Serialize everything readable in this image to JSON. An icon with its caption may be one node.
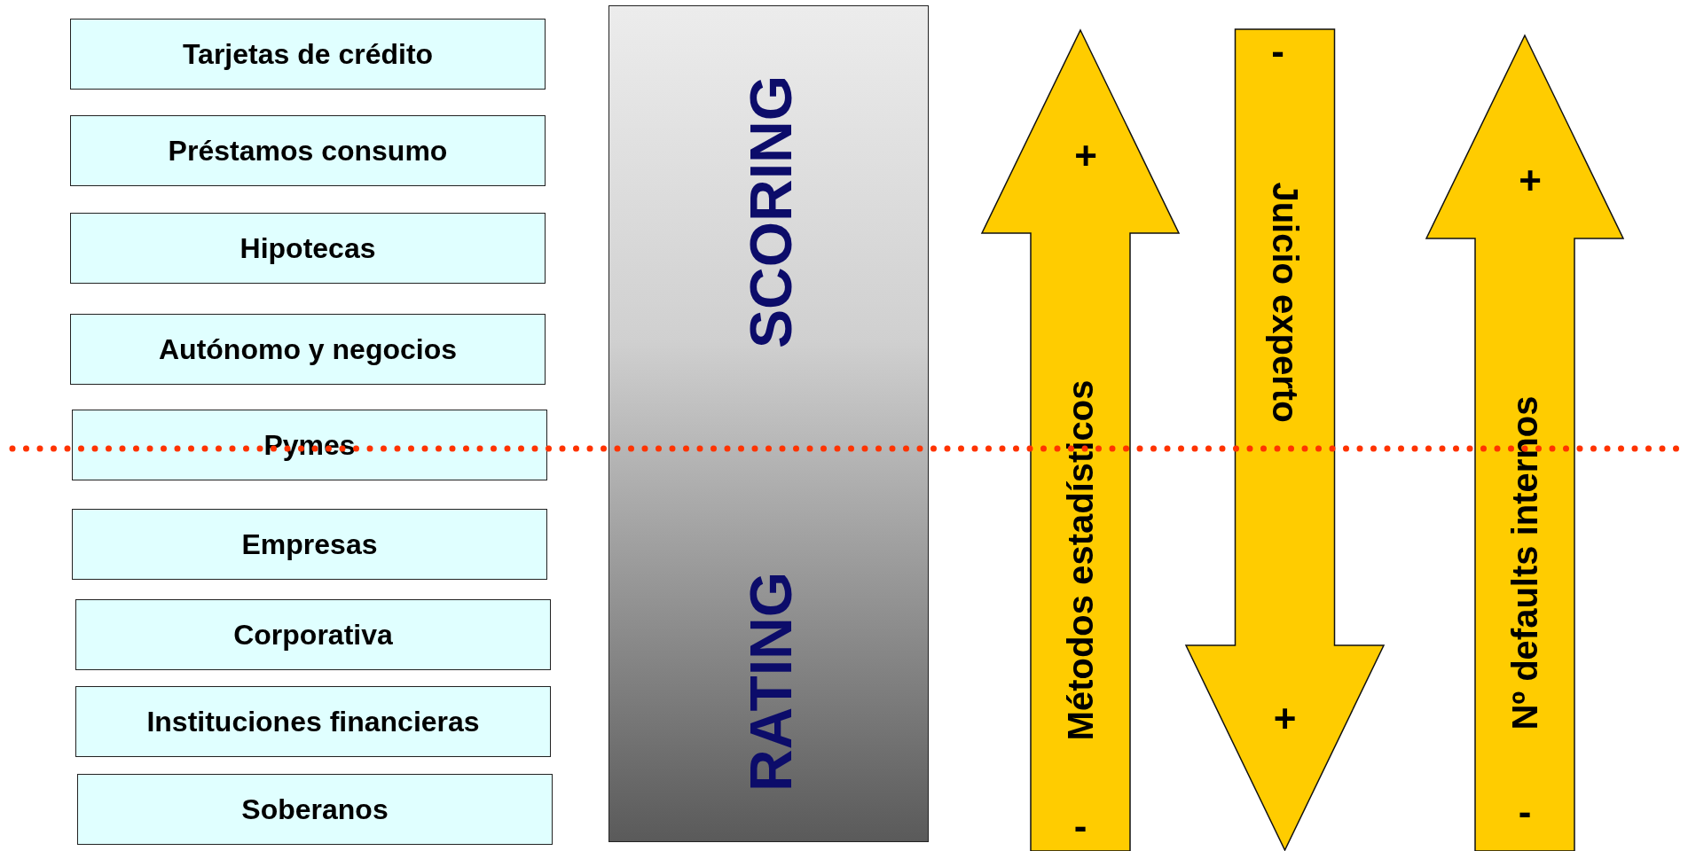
{
  "diagram": {
    "nodes": [
      {
        "text": [
          "Tarjetas de crédito"
        ]
      },
      {
        "text": [
          "Préstamos consumo"
        ]
      },
      {
        "text": [
          "Hipotecas"
        ]
      },
      {
        "text": [
          "Autónomo y negocios"
        ]
      },
      {
        "text": [
          "Pymes"
        ]
      },
      {
        "text": [
          "Empresas"
        ]
      },
      {
        "text": [
          "Corporativa"
        ]
      },
      {
        "text": [
          "Instituciones financieras"
        ]
      },
      {
        "text": [
          "Soberanos"
        ]
      },
      {
        "text": [
          "SCORING",
          "RATING"
        ]
      },
      {
        "text": [
          "+",
          "Métodos estadísticos",
          "-"
        ]
      },
      {
        "text": [
          "-",
          "Juicio experto",
          "+"
        ]
      },
      {
        "text": [
          "+",
          "Nº defaults internos",
          "-"
        ]
      }
    ]
  }
}
